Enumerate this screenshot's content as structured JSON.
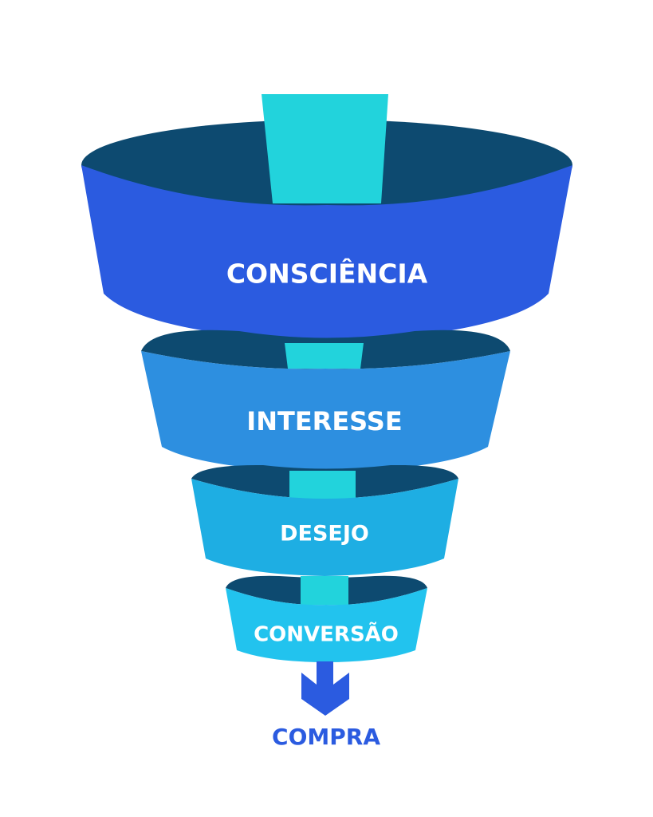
{
  "diagram": {
    "type": "sales-funnel",
    "stages": [
      {
        "label": "CONSCIÊNCIA",
        "color": "#2B5BE0"
      },
      {
        "label": "INTERESSE",
        "color": "#2D8FE0"
      },
      {
        "label": "DESEJO",
        "color": "#1EAEE3"
      },
      {
        "label": "CONVERSÃO",
        "color": "#22C3EE"
      }
    ],
    "inner_color": "#0D4A70",
    "stem_color": "#22D3DC",
    "arrow": {
      "icon": "arrow-down-icon",
      "color": "#2B5BE0"
    },
    "outcome": {
      "label": "COMPRA",
      "color": "#2B5BE0"
    }
  }
}
